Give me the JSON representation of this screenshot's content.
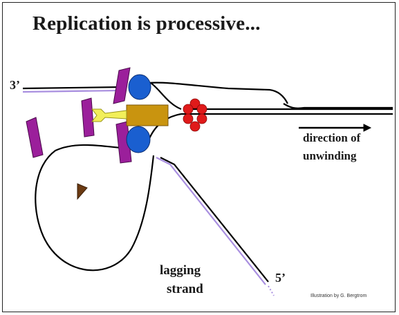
{
  "title": "Replication is processive...",
  "labels": {
    "three_prime": "3’",
    "five_prime": "5’",
    "direction_line1": "direction of",
    "direction_line2": "unwinding",
    "lagging_line1": "lagging",
    "lagging_line2": "strand"
  },
  "credit": "Illustration by G. Bergtrom",
  "colors": {
    "dna_strand": "#000000",
    "new_strand": "#a98fe0",
    "clamp_loader": "#9b1f9b",
    "polymerase": "#1a5fd0",
    "core": "#c9940f",
    "tau_linker": "#f2ef5a",
    "helicase": "#e01a1a",
    "primase": "#6b3a12"
  }
}
